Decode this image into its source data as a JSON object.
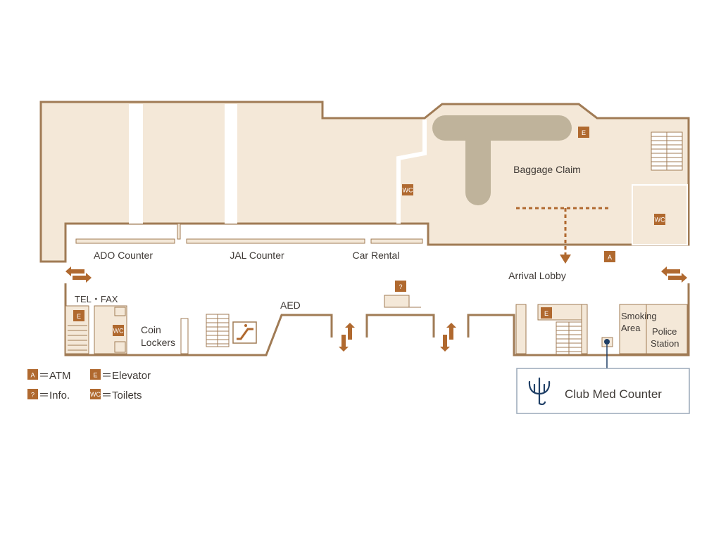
{
  "colors": {
    "wall": "#a07b55",
    "room_fill": "#f4e8d8",
    "accent": "#b0692f",
    "baggage_belt": "#bfb39b",
    "club_med_blue": "#1f3f66"
  },
  "labels": {
    "ado_counter": "ADO Counter",
    "jal_counter": "JAL Counter",
    "car_rental": "Car Rental",
    "baggage_claim": "Baggage Claim",
    "arrival_lobby": "Arrival Lobby",
    "tel_fax": "TEL・FAX",
    "coin": "Coin",
    "lockers": "Lockers",
    "aed": "AED",
    "smoking": "Smoking",
    "area": "Area",
    "police": "Police",
    "station": "Station",
    "club_med_counter": "Club Med Counter"
  },
  "badges": {
    "atm": "A",
    "elevator": "E",
    "info": "?",
    "toilets": "WC"
  },
  "legend": [
    {
      "badge": "A",
      "text": "＝ATM"
    },
    {
      "badge": "E",
      "text": "＝Elevator"
    },
    {
      "badge": "?",
      "text": "＝Info."
    },
    {
      "badge": "WC",
      "text": "＝Toilets"
    }
  ],
  "icons": {
    "exit_arrows": "double-arrow-icon",
    "escalator": "escalator-icon",
    "club_med_logo": "trident-logo-icon",
    "location_pin": "location-pin-icon"
  }
}
